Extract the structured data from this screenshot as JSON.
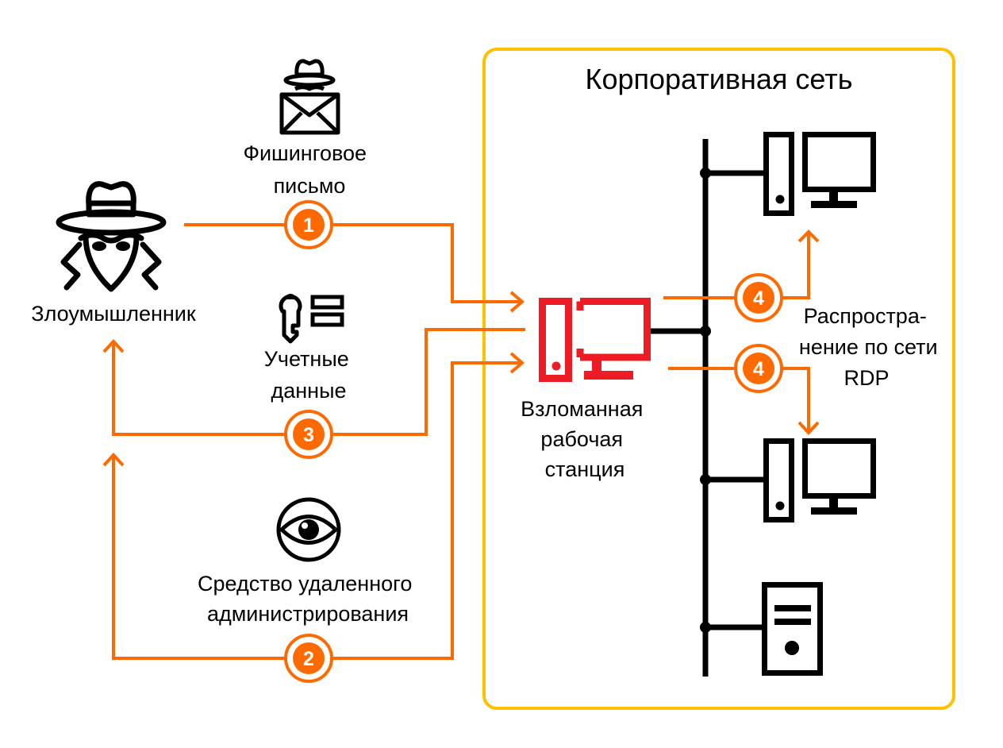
{
  "colors": {
    "flow": "#FF6A00",
    "network_border": "#FFC000",
    "compromised": "#ED1C24",
    "icon": "#000000",
    "text": "#000000"
  },
  "network": {
    "title": "Корпоративная сеть"
  },
  "attacker": {
    "label": "Злоумышленник",
    "icon": "spy-icon"
  },
  "phishing": {
    "label_line1": "Фишинговое",
    "label_line2": "письмо",
    "icon": "spy-envelope-icon",
    "step": "1"
  },
  "credentials": {
    "label_line1": "Учетные",
    "label_line2": "данные",
    "icon": "key-password-icon",
    "step": "3"
  },
  "remote_admin": {
    "label_line1": "Средство удаленного",
    "label_line2": "администрирования",
    "icon": "eye-icon",
    "step": "2"
  },
  "compromised_host": {
    "label_line1": "Взломанная",
    "label_line2": "рабочая",
    "label_line3": "станция",
    "icon": "workstation-icon"
  },
  "lateral": {
    "label_line1": "Распростра-",
    "label_line2": "нение по сети",
    "label_line3": "RDP",
    "step_top": "4",
    "step_bottom": "4"
  },
  "nodes": [
    {
      "type": "workstation",
      "icon": "workstation-icon"
    },
    {
      "type": "workstation",
      "icon": "workstation-icon"
    },
    {
      "type": "server",
      "icon": "server-icon"
    }
  ]
}
